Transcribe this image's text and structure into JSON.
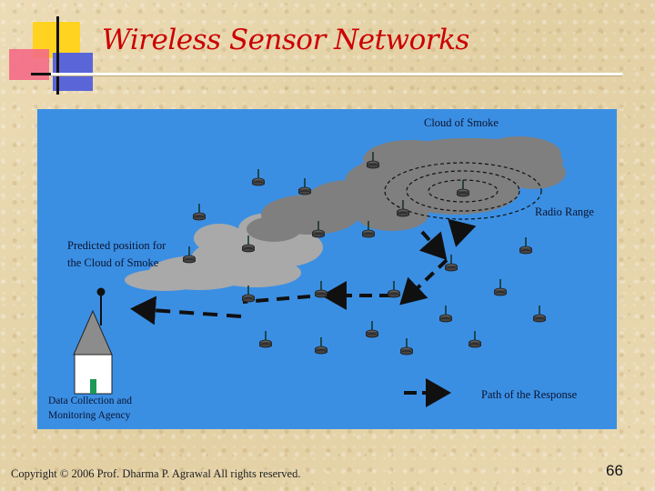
{
  "slide": {
    "title": "Wireless Sensor Networks",
    "copyright": "Copyright © 2006 Prof. Dharma P. Agrawal All rights reserved.",
    "page_number": "66"
  },
  "diagram": {
    "labels": {
      "cloud": "Cloud of Smoke",
      "radio_range": "Radio Range",
      "predicted_line1": "Predicted position for",
      "predicted_line2": "the Cloud of Smoke",
      "agency_line1": "Data Collection and",
      "agency_line2": "Monitoring Agency",
      "path_legend": "Path of the Response"
    },
    "colors": {
      "background": "#3b8fe3",
      "smoke": "#7f7f7f",
      "predicted_smoke": "#a9a9a9",
      "path": "#101010",
      "title": "#cc0000"
    },
    "icons": {
      "sensor": "sensor-node-icon",
      "building": "monitoring-agency-building-icon",
      "antenna": "antenna-icon"
    }
  }
}
